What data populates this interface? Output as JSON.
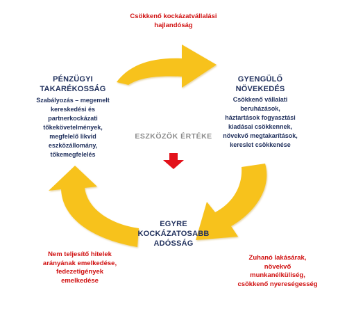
{
  "colors": {
    "arrow": "#f7c21b",
    "arrow_shadow": "#d9a30c",
    "red_text": "#d01010",
    "navy_text": "#1f2f5c",
    "center_text": "#8a8a8a",
    "down_arrow": "#e3121b"
  },
  "center": {
    "label": "ESZKÖZÖK ÉRTÉKE",
    "arrow_icon": "down-arrow-icon"
  },
  "top": {
    "red": "Csökkenő kockázatvállalási\nhajlandóság"
  },
  "right": {
    "heading": "GYENGÜLŐ\nNÖVEKEDÉS",
    "body": "Csökkenő vállalati\nberuházások,\nháztartások fogyasztási\nkiadásai csökkennek,\nnövekvő megtakarítások,\nkereslet csökkenése"
  },
  "left": {
    "heading": "PÉNZÜGYI\nTAKARÉKOSSÁG",
    "body": "Szabályozás – megemelt\nkereskedési és\npartnerkockázati\ntőkekövetelmények,\nmegfelelő likvid\neszközállomány,\ntőkemegfelelés"
  },
  "bottom": {
    "heading": "EGYRE\nKOCKÁZATOSABB\nADÓSSÁG"
  },
  "bottom_right": {
    "red": "Zuhanó lakásárak,\nnövekvő\nmunkanélküliség,\ncsökkenő nyereségesség"
  },
  "bottom_left": {
    "red": "Nem teljesítő hitelek\narányának emelkedése,\nfedezetigények\nemelkedése"
  }
}
